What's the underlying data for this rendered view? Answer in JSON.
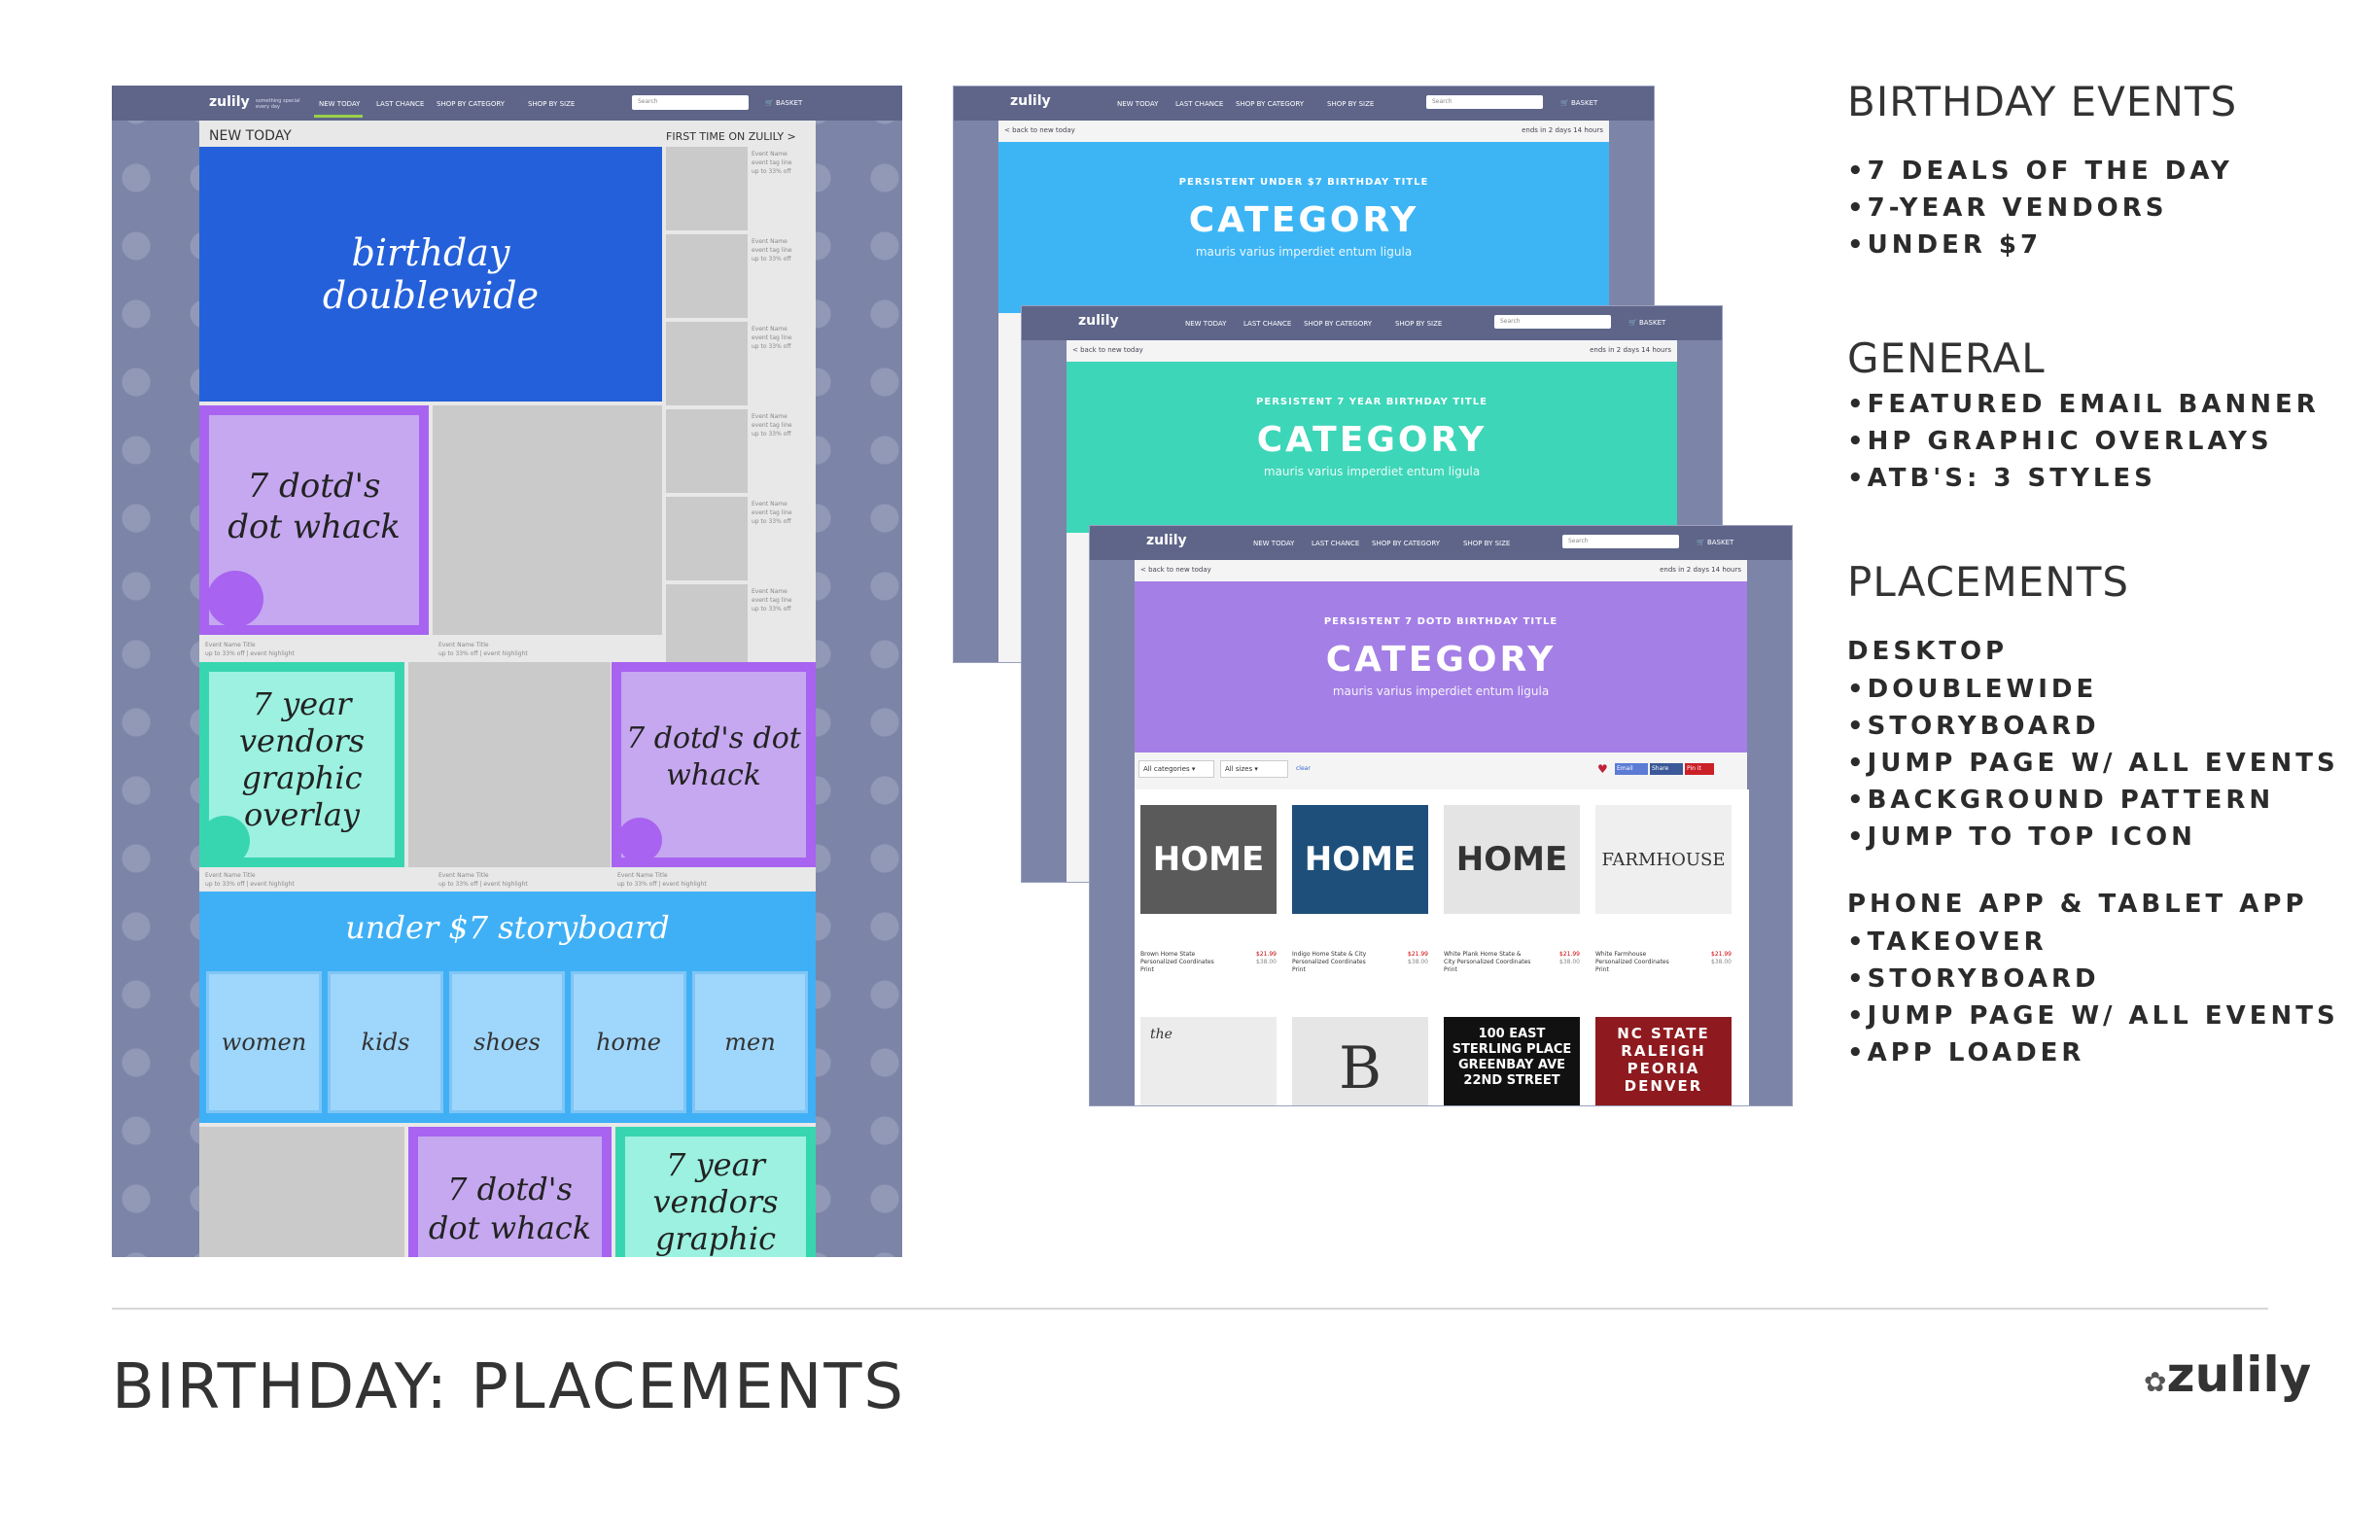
{
  "nav": {
    "logo": "zulily",
    "logo_tagline": "something special every day",
    "new_today": "NEW TODAY",
    "last_chance": "LAST CHANCE",
    "shop_by_category": "SHOP BY CATEGORY",
    "shop_by_size": "SHOP BY SIZE",
    "search_placeholder": "Search",
    "basket": "BASKET"
  },
  "home": {
    "new_today": "NEW TODAY",
    "first_time": "FIRST TIME ON ZULILY >",
    "doublewide": "birthday doublewide",
    "dotd_whack": "7 dotd's dot whack",
    "vendors_overlay": "7 year vendors graphic overlay",
    "storyboard_title": "under $7 storyboard",
    "storyboard_items": [
      "women",
      "kids",
      "shoes",
      "home",
      "men"
    ],
    "dotd_whack_bottom": "7 dotd's dot whack",
    "vendors_bottom": "7 year vendors graphic",
    "event_name": "Event Name",
    "event_sub1": "event tag line",
    "event_sub2": "up to 33% off",
    "event_title": "Event Name Title",
    "event_title_sub": "up to 33% off | event highlight"
  },
  "catpages": {
    "back": "< back to new today",
    "ends": "ends in 2 days 14 hours",
    "page1_title": "PERSISTENT UNDER $7 BIRTHDAY TITLE",
    "page2_title": "PERSISTENT 7 YEAR BIRTHDAY TITLE",
    "page3_title": "PERSISTENT 7 DOTD BIRTHDAY TITLE",
    "category": "CATEGORY",
    "tagline": "mauris varius imperdiet entum ligula",
    "filter_categories": "All categories",
    "filter_sizes": "All sizes",
    "filter_clear": "clear",
    "share_email": "Email",
    "share_facebook": "Share",
    "share_pin": "Pin it",
    "products": [
      {
        "img": "HOME",
        "name": "Brown Home State Personalized Coordinates Print",
        "price": "$21.99",
        "orig": "$38.00"
      },
      {
        "img": "HOME",
        "name": "Indigo Home State & City Personalized Coordinates Print",
        "price": "$21.99",
        "orig": "$38.00"
      },
      {
        "img": "HOME",
        "name": "White Plank Home State & City Personalized Coordinates Print",
        "price": "$21.99",
        "orig": "$38.00"
      },
      {
        "img": "FARMHOUSE",
        "name": "White Farmhouse Personalized Coordinates Print",
        "price": "$21.99",
        "orig": "$38.00"
      }
    ],
    "products_row2": [
      "the",
      "B",
      "100 EAST STERLING PLACE GREENBAY AVE 22ND STREET",
      "NC STATE RALEIGH PEORIA DENVER"
    ]
  },
  "text": {
    "birthday_events_heading": "BIRTHDAY EVENTS",
    "birthday_events": [
      "•7 DEALS OF THE DAY",
      "•7-YEAR VENDORS",
      "•UNDER $7"
    ],
    "general_heading": "GENERAL",
    "general": [
      "•FEATURED EMAIL BANNER",
      "•HP GRAPHIC OVERLAYS",
      "•ATB'S: 3 STYLES"
    ],
    "placements_heading": "PLACEMENTS",
    "desktop_heading": "DESKTOP",
    "desktop": [
      "•DOUBLEWIDE",
      "•STORYBOARD",
      "•JUMP PAGE W/ ALL EVENTS",
      "•BACKGROUND PATTERN",
      "•JUMP TO TOP ICON"
    ],
    "app_heading": "PHONE APP & TABLET APP",
    "app": [
      "•TAKEOVER",
      "•STORYBOARD",
      "•JUMP PAGE W/ ALL EVENTS",
      "•APP LOADER"
    ]
  },
  "footer": {
    "title": "BIRTHDAY:  PLACEMENTS",
    "logo": "zulily"
  },
  "colors": {
    "nav": "#5e6589",
    "doublewide": "#2460d9",
    "dotd": "#c5a8f0",
    "dotd_border": "#a863f0",
    "vendors": "#9cf1e0",
    "vendors_border": "#38d6b0",
    "storyboard": "#3fb0f5",
    "cat_blue": "#3db5f5",
    "cat_teal": "#3dd6b8",
    "cat_purple": "#a47fe6"
  }
}
